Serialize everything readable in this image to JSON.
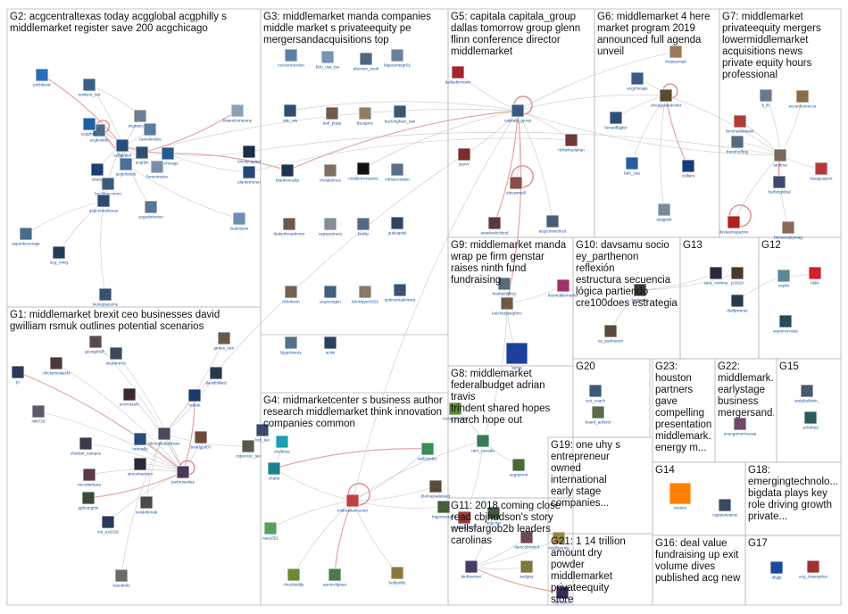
{
  "groups": [
    {
      "id": "G1",
      "title": "G1: middlemarket brexit ceo businesses david\ngwilliam rsmuk outlines potential scenarios"
    },
    {
      "id": "G2",
      "title": "G2: acgcentraltexas today acgglobal acgphilly s\nmiddlemarket register save 200 acgchicago"
    },
    {
      "id": "G3",
      "title": "G3: middlemarket manda companies\nmiddle market s privateequity pe\nmergersandacquisitions top"
    },
    {
      "id": "G4",
      "title": "G4: midmarketcenter s business author\nresearch middlemarket think innovation\ncompanies common"
    },
    {
      "id": "G5",
      "title": "G5: capitala capitala_group\ndallas tomorrow group glenn\nflinn conference director\nmiddlemarket"
    },
    {
      "id": "G6",
      "title": "G6: middlemarket 4 here\nmarket program 2019\nannounced full agenda\nunveil"
    },
    {
      "id": "G7",
      "title": "G7: middlemarket\nprivateequity mergers\nlowermiddlemarket\nacquisitions news\nprivate equity hours\nprofessional"
    },
    {
      "id": "G8",
      "title": "G8: middlemarket\nfederalbudget adrian travis\ntrindent shared hopes\nmarch hope out"
    },
    {
      "id": "G9",
      "title": "G9: middlemarket manda\nwrap pe firm genstar\nraises ninth fund\nfundraising"
    },
    {
      "id": "G10",
      "title": "G10: davsamu socio\ney_parthenon reflexión\nestructura secuencia\nlógica partiendo\ncre100does estrategia"
    },
    {
      "id": "G11",
      "title": "G11: 2018 coming close\nread cbjhudson's story\nwellsfargob2b leaders\ncarolinas"
    },
    {
      "id": "G12",
      "title": "G12"
    },
    {
      "id": "G13",
      "title": "G13"
    },
    {
      "id": "G14",
      "title": "G14"
    },
    {
      "id": "G15",
      "title": "G15"
    },
    {
      "id": "G16",
      "title": "G16: deal value\nfundraising up exit\nvolume dives\npublished acg new"
    },
    {
      "id": "G17",
      "title": "G17"
    },
    {
      "id": "G18",
      "title": "G18:\nemergingtechnolo...\nbigdata plays key\nrole driving growth\nprivate..."
    },
    {
      "id": "G19",
      "title": "G19: one uhy s\nentrepreneur\nowned\ninternational\nearly stage\ncompanies..."
    },
    {
      "id": "G20",
      "title": "G20"
    },
    {
      "id": "G21",
      "title": "G21: 1 14 trillion\namount dry\npowder\nmiddlemarket\nprivateequity\nstore"
    },
    {
      "id": "G22",
      "title": "G22:\nmiddlemark...\nearlystage\nbusiness\nmergersand..."
    },
    {
      "id": "G23",
      "title": "G23:\nhouston\npartners\ngave\ncompelling\npresentation\nmiddlemark...\nenergy m..."
    }
  ],
  "nodes": [
    {
      "label": "pitchbook",
      "c": "#2a6ebb"
    },
    {
      "label": "resilient_ent",
      "c": "#3a5f8a"
    },
    {
      "label": "acgboston",
      "c": "#4b6b8f"
    },
    {
      "label": "acgnatcapital",
      "c": "#6d7f95"
    },
    {
      "label": "acgphilly",
      "c": "#1f5fa8"
    },
    {
      "label": "camelendes",
      "c": "#5a7d9e"
    },
    {
      "label": "acgglobal",
      "c": "#274e7a"
    },
    {
      "label": "acgnyc",
      "c": "#344c6b"
    },
    {
      "label": "acgchicago",
      "c": "#2a5a8c"
    },
    {
      "label": "ukacg",
      "c": "#1c3f6e"
    },
    {
      "label": "acgorlando",
      "c": "#4a6fa0"
    },
    {
      "label": "forso4news",
      "c": "#7a8fa5"
    },
    {
      "label": "backbaycomm",
      "c": "#3d5c7d"
    },
    {
      "label": "acgcentraltexas",
      "c": "#2c4a70"
    },
    {
      "label": "acgedmonton",
      "c": "#5b7593"
    },
    {
      "label": "bisandcompany",
      "c": "#8aa0b8"
    },
    {
      "label": "kinolecapital",
      "c": "#1b2f4d"
    },
    {
      "label": "plantemoran",
      "c": "#22477a"
    },
    {
      "label": "loadvisors",
      "c": "#6f8db0"
    },
    {
      "label": "aspenbeverage",
      "c": "#4a6a8a"
    },
    {
      "label": "acg_ming",
      "c": "#223a5c"
    },
    {
      "label": "inoneplaceme",
      "c": "#36506e"
    },
    {
      "label": "ceoconnection",
      "c": "#5d7fa8"
    },
    {
      "label": "bdo_usa_tax",
      "c": "#7a94b2"
    },
    {
      "label": "shenton_scott",
      "c": "#4f6680"
    },
    {
      "label": "legacyintegr01",
      "c": "#6b8199"
    },
    {
      "label": "ram_ais",
      "c": "#2f4e73"
    },
    {
      "label": "karl_popp",
      "c": "#6e5b49"
    },
    {
      "label": "fjscapino",
      "c": "#8f7d66"
    },
    {
      "label": "buckingham_law",
      "c": "#3b5676"
    },
    {
      "label": "blankromellp",
      "c": "#1e3350"
    },
    {
      "label": "chrtalehnes",
      "c": "#7e6f63"
    },
    {
      "label": "middlemcreative",
      "c": "#111111"
    },
    {
      "label": "mblssociation",
      "c": "#5a6f86"
    },
    {
      "label": "tbakerbroadmoor",
      "c": "#6a5a4e"
    },
    {
      "label": "capxpartners",
      "c": "#808c99"
    },
    {
      "label": "bishlp",
      "c": "#546a83"
    },
    {
      "label": "gudcapital",
      "c": "#2d4665"
    },
    {
      "label": "riclerkson",
      "c": "#73624f"
    },
    {
      "label": "acgnextgen",
      "c": "#44607f"
    },
    {
      "label": "bricklayer0329",
      "c": "#8a7a6a"
    },
    {
      "label": "optimumadvisors",
      "c": "#3a5372"
    },
    {
      "label": "fpgadvisory",
      "c": "#5a7088"
    },
    {
      "label": "acitis",
      "c": "#2b4160"
    },
    {
      "label": "dallasbiznews",
      "c": "#a3262d"
    },
    {
      "label": "capitala_group",
      "c": "#3b5a80"
    },
    {
      "label": "yiprvc",
      "c": "#7a2d2d"
    },
    {
      "label": "richwheelahan",
      "c": "#6b3a3a"
    },
    {
      "label": "stevesmall",
      "c": "#8a4b4b"
    },
    {
      "label": "amiekorkchimd",
      "c": "#5a3a3a"
    },
    {
      "label": "acgconnecticut",
      "c": "#4a5d78"
    },
    {
      "label": "thejoeymak",
      "c": "#9a7a5a"
    },
    {
      "label": "kenanflagler",
      "c": "#2f4d7a"
    },
    {
      "label": "acgchicago",
      "c": "#3a5a88"
    },
    {
      "label": "chicagolandcmbr",
      "c": "#5a4a2f"
    },
    {
      "label": "bdo_usa",
      "c": "#2a5aa0"
    },
    {
      "label": "colliers",
      "c": "#1a3a7a"
    },
    {
      "label": "dolgpbtk",
      "c": "#7a8a9a"
    },
    {
      "label": "fj_llc",
      "c": "#6a7a8a"
    },
    {
      "label": "accordionmcca",
      "c": "#8a6a4a"
    },
    {
      "label": "bmohariskbank",
      "c": "#b03a3a"
    },
    {
      "label": "fromthufting",
      "c": "#5a6a7a"
    },
    {
      "label": "tarolma",
      "c": "#7a6a5a"
    },
    {
      "label": "harbinglobal",
      "c": "#3a4a6a"
    },
    {
      "label": "tixasgoaporr",
      "c": "#b33a3a"
    },
    {
      "label": "bbmarealtymag",
      "c": "#8a6a5a"
    },
    {
      "label": "deviasmagazine",
      "c": "#b02020"
    },
    {
      "label": "houltainlokey",
      "c": "#5a6a7a"
    },
    {
      "label": "butcherjosephco",
      "c": "#6a5a4a"
    },
    {
      "label": "themiddlemarket",
      "c": "#a0306a"
    },
    {
      "label": "kpmg",
      "c": "#1d3f9e"
    },
    {
      "label": "ey_parthenon",
      "c": "#5a4a3a"
    },
    {
      "label": "javierelio",
      "c": "#3a3a3a"
    },
    {
      "label": "sara_mohma",
      "c": "#2a2a3a"
    },
    {
      "label": "jc2618",
      "c": "#4a3a2a"
    },
    {
      "label": "dtalfpwimer",
      "c": "#2a3a4a"
    },
    {
      "label": "nepfin",
      "c": "#5a8a9a"
    },
    {
      "label": "hsbc",
      "c": "#d0202a"
    },
    {
      "label": "seanmorresie",
      "c": "#2a4a5a"
    },
    {
      "label": "ceo_coach",
      "c": "#3a5a7a"
    },
    {
      "label": "board_advisor",
      "c": "#5a6a4a"
    },
    {
      "label": "youngamericacap",
      "c": "#6a4a6a"
    },
    {
      "label": "andybaldwin_",
      "c": "#4a5a6a"
    },
    {
      "label": "ychehed",
      "c": "#2a5a5a"
    },
    {
      "label": "reuters",
      "c": "#ff8000"
    },
    {
      "label": "capstonestrat",
      "c": "#3a4a5a"
    },
    {
      "label": "dhglp",
      "c": "#1a4a9a"
    },
    {
      "label": "acg_losangeles",
      "c": "#a03030"
    },
    {
      "label": "jo",
      "c": "#2a3a5a"
    },
    {
      "label": "chickenzalatchi",
      "c": "#4a3a3a"
    },
    {
      "label": "georgebull_",
      "c": "#5a4a4a"
    },
    {
      "label": "stuartnmcc",
      "c": "#3a4a5a"
    },
    {
      "label": "james_ram",
      "c": "#6a5a4a"
    },
    {
      "label": "davidhillard",
      "c": "#2a3a4a"
    },
    {
      "label": "jmorrisram",
      "c": "#3a2a2a"
    },
    {
      "label": "ramuk",
      "c": "#1a3a6a"
    },
    {
      "label": "mlb729",
      "c": "#5a5a6a"
    },
    {
      "label": "ramusllp",
      "c": "#2a4a7a"
    },
    {
      "label": "hbrocklebankram",
      "c": "#4a4a5a"
    },
    {
      "label": "bondgp007",
      "c": "#6a4a3a"
    },
    {
      "label": "sherbet_campus",
      "c": "#3a3a4a"
    },
    {
      "label": "simonhartram",
      "c": "#2a2a3a"
    },
    {
      "label": "recruiterkara",
      "c": "#5a3a4a"
    },
    {
      "label": "joebrusselas",
      "c": "#4a3a5a"
    },
    {
      "label": "ggheorghiu",
      "c": "#3a4a3a"
    },
    {
      "label": "ind_ex2019",
      "c": "#2a3a5a"
    },
    {
      "label": "newkirkmak",
      "c": "#4a4a4a"
    },
    {
      "label": "tranofolio",
      "c": "#6a6a6a"
    },
    {
      "label": "tick_tax",
      "c": "#3a4a6a"
    },
    {
      "label": "cspencer_tax",
      "c": "#5a5a4a"
    },
    {
      "label": "chubbna",
      "c": "#1aa0b0"
    },
    {
      "label": "chubb",
      "c": "#1a8090"
    },
    {
      "label": "sell2smbtc",
      "c": "#3a8a5a"
    },
    {
      "label": "midmarketcenter",
      "c": "#c04040"
    },
    {
      "label": "thomassaletaert",
      "c": "#5a4a3a"
    },
    {
      "label": "lngeniouschi",
      "c": "#4a5a3a"
    },
    {
      "label": "naa1051",
      "c": "#5aa05a"
    },
    {
      "label": "chuckleddy",
      "c": "#6a8a3a"
    },
    {
      "label": "aaronclignan",
      "c": "#4a7a4a"
    },
    {
      "label": "hollyohlly",
      "c": "#8a7a3a"
    },
    {
      "label": "mcoa_toronto",
      "c": "#5a8a3a"
    },
    {
      "label": "ram_canada",
      "c": "#3a7a5a"
    },
    {
      "label": "acgdetroit",
      "c": "#4a6a3a"
    },
    {
      "label": "wellsfargob2b",
      "c": "#9a3a3a"
    },
    {
      "label": "acgcmn",
      "c": "#3a5a3a"
    },
    {
      "label": "jimbaumwr",
      "c": "#4a3a6a"
    },
    {
      "label": "darecobrishnf",
      "c": "#6a4a5a"
    },
    {
      "label": "cbjhudson",
      "c": "#3a2a5a"
    },
    {
      "label": "sedgwy",
      "c": "#7a7a3a"
    },
    {
      "label": "intelligentia",
      "c": "#9a8a4a"
    }
  ]
}
